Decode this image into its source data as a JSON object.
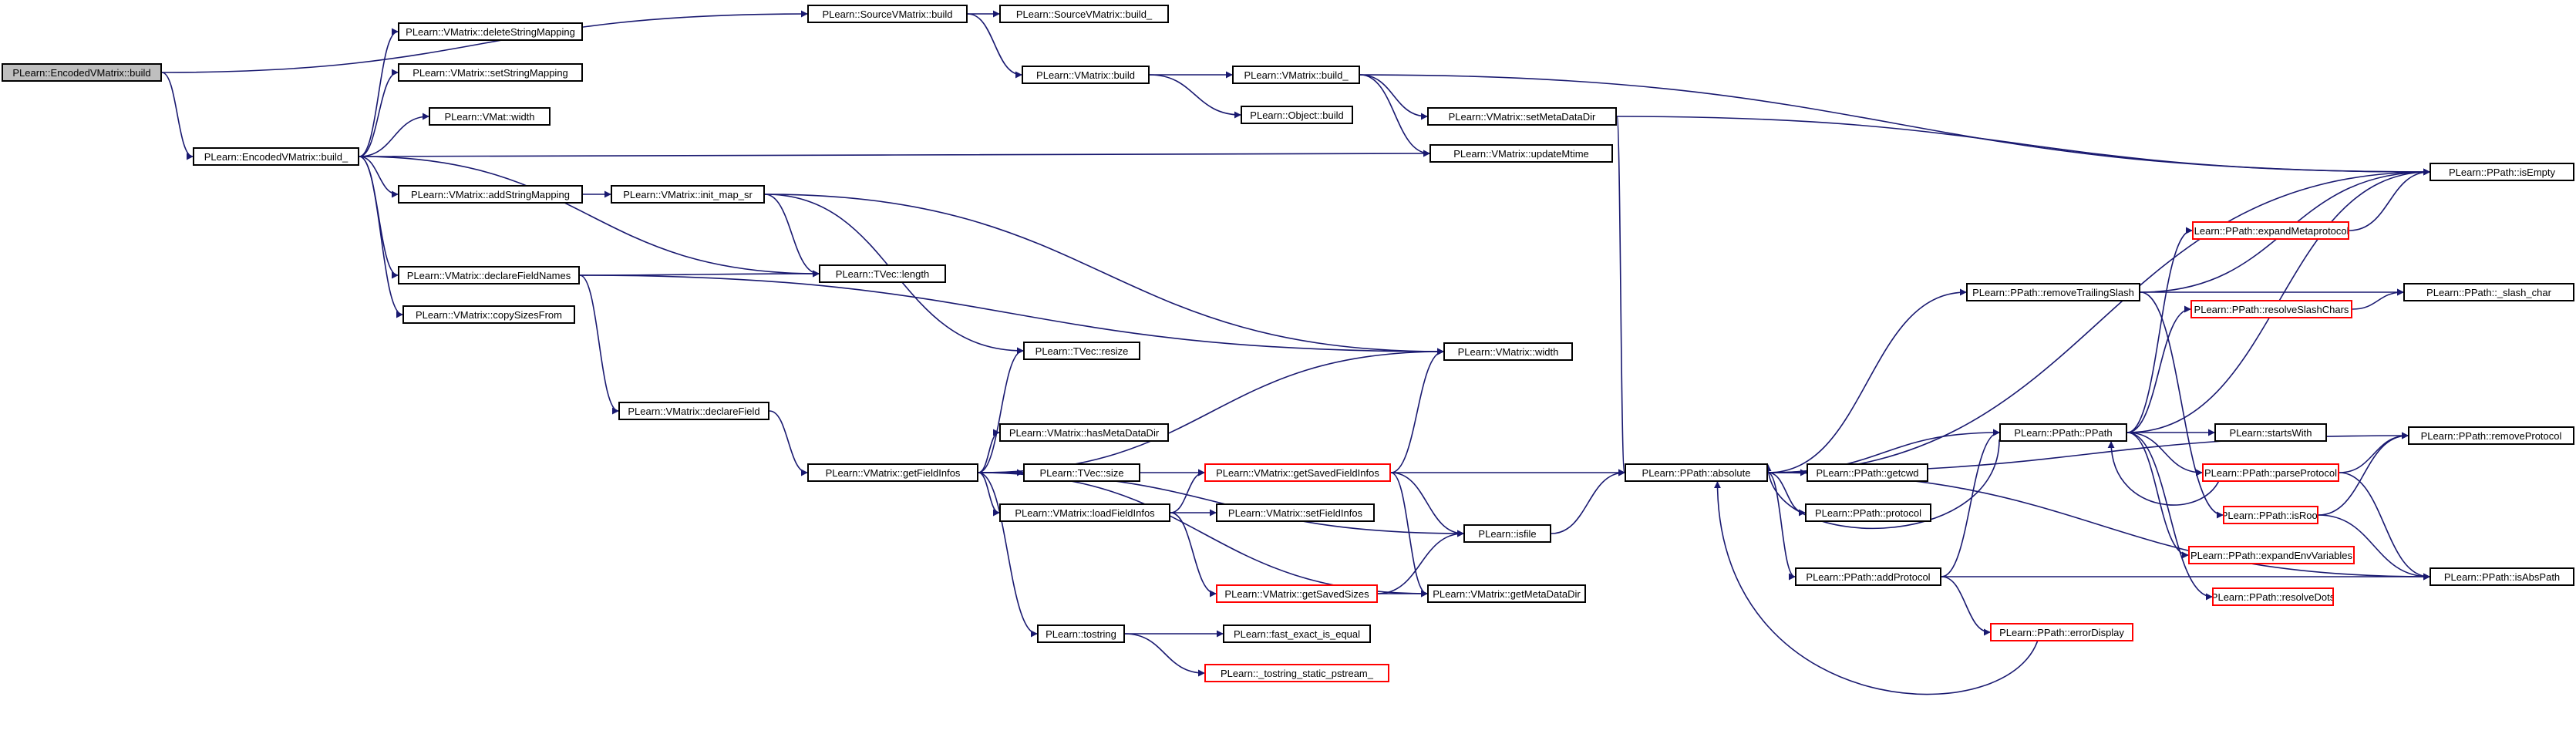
{
  "graph": {
    "root_id": "n0",
    "nodes": [
      {
        "id": "n0",
        "label": "PLearn::EncodedVMatrix::build",
        "style": "root"
      },
      {
        "id": "n1",
        "label": "PLearn::SourceVMatrix::build",
        "style": "normal"
      },
      {
        "id": "n2",
        "label": "PLearn::SourceVMatrix::build_",
        "style": "normal"
      },
      {
        "id": "n3",
        "label": "PLearn::VMatrix::build",
        "style": "normal"
      },
      {
        "id": "n4",
        "label": "PLearn::VMatrix::build_",
        "style": "normal"
      },
      {
        "id": "n5",
        "label": "PLearn::Object::build",
        "style": "normal"
      },
      {
        "id": "n6",
        "label": "PLearn::VMatrix::setMetaDataDir",
        "style": "normal"
      },
      {
        "id": "n7",
        "label": "PLearn::VMatrix::updateMtime",
        "style": "normal"
      },
      {
        "id": "n8",
        "label": "PLearn::PPath::isEmpty",
        "style": "normal"
      },
      {
        "id": "n9",
        "label": "PLearn::EncodedVMatrix::build_",
        "style": "normal"
      },
      {
        "id": "n10",
        "label": "PLearn::VMatrix::deleteStringMapping",
        "style": "normal"
      },
      {
        "id": "n11",
        "label": "PLearn::VMatrix::setStringMapping",
        "style": "normal"
      },
      {
        "id": "n12",
        "label": "PLearn::VMat::width",
        "style": "normal"
      },
      {
        "id": "n13",
        "label": "PLearn::VMatrix::addStringMapping",
        "style": "normal"
      },
      {
        "id": "n14",
        "label": "PLearn::VMatrix::init_map_sr",
        "style": "normal"
      },
      {
        "id": "n15",
        "label": "PLearn::TVec::length",
        "style": "normal"
      },
      {
        "id": "n16",
        "label": "PLearn::VMatrix::declareFieldNames",
        "style": "normal"
      },
      {
        "id": "n17",
        "label": "PLearn::VMatrix::copySizesFrom",
        "style": "normal"
      },
      {
        "id": "n18",
        "label": "PLearn::VMatrix::declareField",
        "style": "normal"
      },
      {
        "id": "n19",
        "label": "PLearn::TVec::resize",
        "style": "normal"
      },
      {
        "id": "n20",
        "label": "PLearn::VMatrix::width",
        "style": "normal"
      },
      {
        "id": "n21",
        "label": "PLearn::VMatrix::getFieldInfos",
        "style": "normal"
      },
      {
        "id": "n22",
        "label": "PLearn::VMatrix::hasMetaDataDir",
        "style": "normal"
      },
      {
        "id": "n23",
        "label": "PLearn::TVec::size",
        "style": "normal"
      },
      {
        "id": "n24",
        "label": "PLearn::VMatrix::loadFieldInfos",
        "style": "normal"
      },
      {
        "id": "n25",
        "label": "PLearn::tostring",
        "style": "normal"
      },
      {
        "id": "n26",
        "label": "PLearn::VMatrix::getSavedFieldInfos",
        "style": "truncated"
      },
      {
        "id": "n27",
        "label": "PLearn::VMatrix::setFieldInfos",
        "style": "normal"
      },
      {
        "id": "n28",
        "label": "PLearn::VMatrix::getSavedSizes",
        "style": "truncated"
      },
      {
        "id": "n29",
        "label": "PLearn::fast_exact_is_equal",
        "style": "normal"
      },
      {
        "id": "n30",
        "label": "PLearn::_tostring_static_pstream_",
        "style": "truncated"
      },
      {
        "id": "n31",
        "label": "PLearn::isfile",
        "style": "normal"
      },
      {
        "id": "n32",
        "label": "PLearn::VMatrix::getMetaDataDir",
        "style": "normal"
      },
      {
        "id": "n33",
        "label": "PLearn::PPath::absolute",
        "style": "normal"
      },
      {
        "id": "n34",
        "label": "PLearn::PPath::getcwd",
        "style": "normal"
      },
      {
        "id": "n35",
        "label": "PLearn::PPath::protocol",
        "style": "normal"
      },
      {
        "id": "n36",
        "label": "PLearn::PPath::addProtocol",
        "style": "normal"
      },
      {
        "id": "n37",
        "label": "PLearn::PPath::removeTrailingSlash",
        "style": "normal"
      },
      {
        "id": "n38",
        "label": "PLearn::PPath::PPath",
        "style": "normal"
      },
      {
        "id": "n39",
        "label": "PLearn::PPath::errorDisplay",
        "style": "truncated"
      },
      {
        "id": "n40",
        "label": "PLearn::PPath::expandMetaprotocols",
        "style": "truncated"
      },
      {
        "id": "n41",
        "label": "PLearn::PPath::resolveSlashChars",
        "style": "truncated"
      },
      {
        "id": "n42",
        "label": "PLearn::PPath::_slash_char",
        "style": "normal"
      },
      {
        "id": "n43",
        "label": "PLearn::startsWith",
        "style": "normal"
      },
      {
        "id": "n44",
        "label": "PLearn::PPath::parseProtocol",
        "style": "truncated"
      },
      {
        "id": "n45",
        "label": "PLearn::PPath::removeProtocol",
        "style": "normal"
      },
      {
        "id": "n46",
        "label": "PLearn::PPath::isRoot",
        "style": "truncated"
      },
      {
        "id": "n47",
        "label": "PLearn::PPath::expandEnvVariables",
        "style": "truncated"
      },
      {
        "id": "n48",
        "label": "PLearn::PPath::resolveDots",
        "style": "truncated"
      },
      {
        "id": "n49",
        "label": "PLearn::PPath::isAbsPath",
        "style": "normal"
      }
    ],
    "edges": [
      [
        "n0",
        "n1"
      ],
      [
        "n0",
        "n9"
      ],
      [
        "n1",
        "n2"
      ],
      [
        "n1",
        "n3"
      ],
      [
        "n3",
        "n4"
      ],
      [
        "n3",
        "n5"
      ],
      [
        "n4",
        "n6"
      ],
      [
        "n4",
        "n7"
      ],
      [
        "n4",
        "n8"
      ],
      [
        "n6",
        "n8"
      ],
      [
        "n6",
        "n33"
      ],
      [
        "n9",
        "n10"
      ],
      [
        "n9",
        "n11"
      ],
      [
        "n9",
        "n12"
      ],
      [
        "n9",
        "n13"
      ],
      [
        "n9",
        "n15"
      ],
      [
        "n9",
        "n16"
      ],
      [
        "n9",
        "n17"
      ],
      [
        "n9",
        "n7"
      ],
      [
        "n13",
        "n14"
      ],
      [
        "n14",
        "n15"
      ],
      [
        "n14",
        "n19"
      ],
      [
        "n14",
        "n20"
      ],
      [
        "n16",
        "n15"
      ],
      [
        "n16",
        "n18"
      ],
      [
        "n16",
        "n20"
      ],
      [
        "n18",
        "n21"
      ],
      [
        "n21",
        "n19"
      ],
      [
        "n21",
        "n20"
      ],
      [
        "n21",
        "n22"
      ],
      [
        "n21",
        "n23"
      ],
      [
        "n21",
        "n24"
      ],
      [
        "n21",
        "n25"
      ],
      [
        "n21",
        "n26"
      ],
      [
        "n21",
        "n31"
      ],
      [
        "n21",
        "n32"
      ],
      [
        "n24",
        "n26"
      ],
      [
        "n24",
        "n27"
      ],
      [
        "n24",
        "n28"
      ],
      [
        "n25",
        "n29"
      ],
      [
        "n25",
        "n30"
      ],
      [
        "n26",
        "n20"
      ],
      [
        "n26",
        "n31"
      ],
      [
        "n26",
        "n32"
      ],
      [
        "n26",
        "n33"
      ],
      [
        "n28",
        "n31"
      ],
      [
        "n28",
        "n32"
      ],
      [
        "n31",
        "n33"
      ],
      [
        "n33",
        "n8"
      ],
      [
        "n33",
        "n34"
      ],
      [
        "n33",
        "n35"
      ],
      [
        "n33",
        "n36"
      ],
      [
        "n33",
        "n37"
      ],
      [
        "n33",
        "n38"
      ],
      [
        "n33",
        "n45"
      ],
      [
        "n33",
        "n49"
      ],
      [
        "n36",
        "n39"
      ],
      [
        "n36",
        "n38"
      ],
      [
        "n36",
        "n49"
      ],
      [
        "n37",
        "n8"
      ],
      [
        "n37",
        "n42"
      ],
      [
        "n37",
        "n46"
      ],
      [
        "n38",
        "n33"
      ],
      [
        "n38",
        "n40"
      ],
      [
        "n38",
        "n41"
      ],
      [
        "n38",
        "n43"
      ],
      [
        "n38",
        "n44"
      ],
      [
        "n38",
        "n47"
      ],
      [
        "n38",
        "n48"
      ],
      [
        "n38",
        "n8"
      ],
      [
        "n39",
        "n33"
      ],
      [
        "n40",
        "n8"
      ],
      [
        "n41",
        "n42"
      ],
      [
        "n44",
        "n38"
      ],
      [
        "n44",
        "n45"
      ],
      [
        "n44",
        "n49"
      ],
      [
        "n46",
        "n45"
      ],
      [
        "n46",
        "n49"
      ]
    ]
  }
}
